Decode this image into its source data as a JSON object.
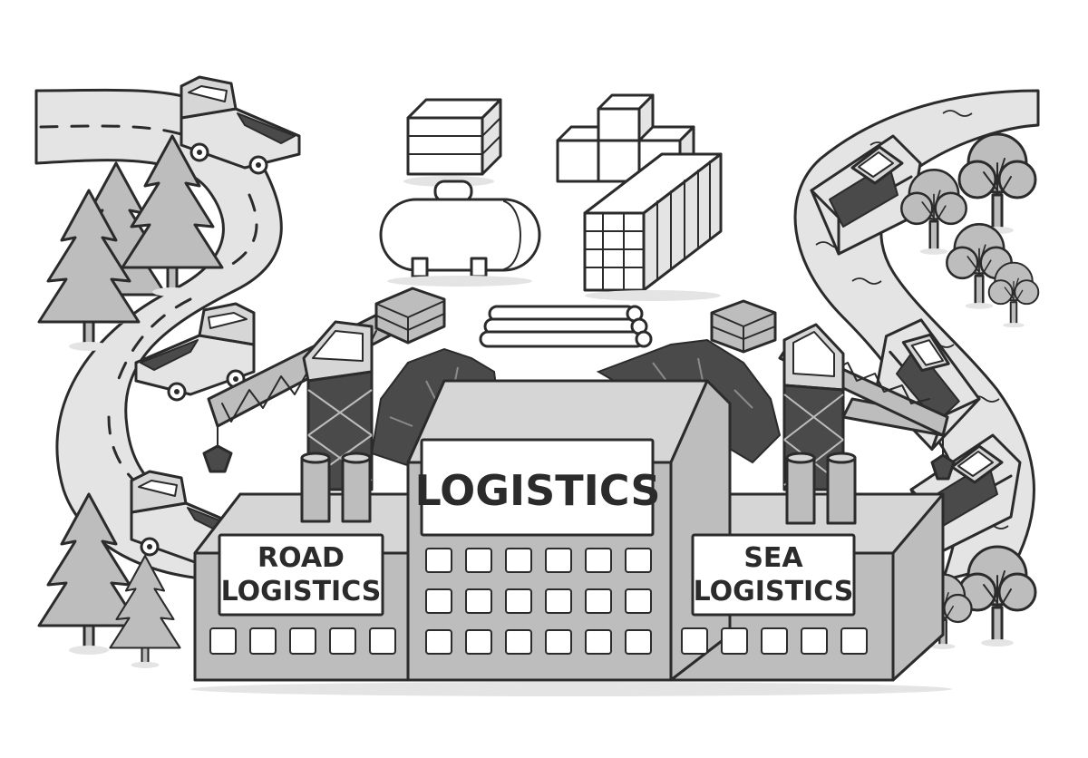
{
  "labels": {
    "main": "LOGISTICS",
    "left_line1": "ROAD",
    "left_line2": "LOGISTICS",
    "right_line1": "SEA",
    "right_line2": "LOGISTICS"
  },
  "colors": {
    "ink": "#2b2b2b",
    "light_fill": "#e4e4e4",
    "mid_fill": "#bdbdbd",
    "dark_fill": "#4a4a4a",
    "background": "#ffffff"
  },
  "icons": {
    "trucks": "truck-icon",
    "boats": "boat-icon",
    "cranes": "crane-icon",
    "trees": "tree-icon",
    "cargo": "cargo-icon"
  }
}
